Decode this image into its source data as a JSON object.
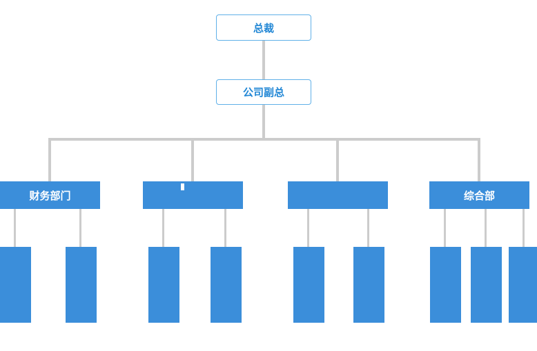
{
  "org_chart": {
    "root": {
      "label": "总裁"
    },
    "deputy": {
      "label": "公司副总"
    },
    "departments": [
      {
        "label": "财务部门",
        "children": [
          "",
          ""
        ]
      },
      {
        "label": "",
        "children": [
          "",
          ""
        ]
      },
      {
        "label": "",
        "children": [
          "",
          ""
        ]
      },
      {
        "label": "综合部",
        "children": [
          "",
          "",
          ""
        ]
      }
    ],
    "colors": {
      "node_fill": "#3B8EDA",
      "node_text": "#FFFFFF",
      "outline_box_border": "#5FB0E8",
      "outline_box_text": "#2287D5",
      "connector": "#CCCCCC",
      "background": "#FFFFFF"
    }
  }
}
